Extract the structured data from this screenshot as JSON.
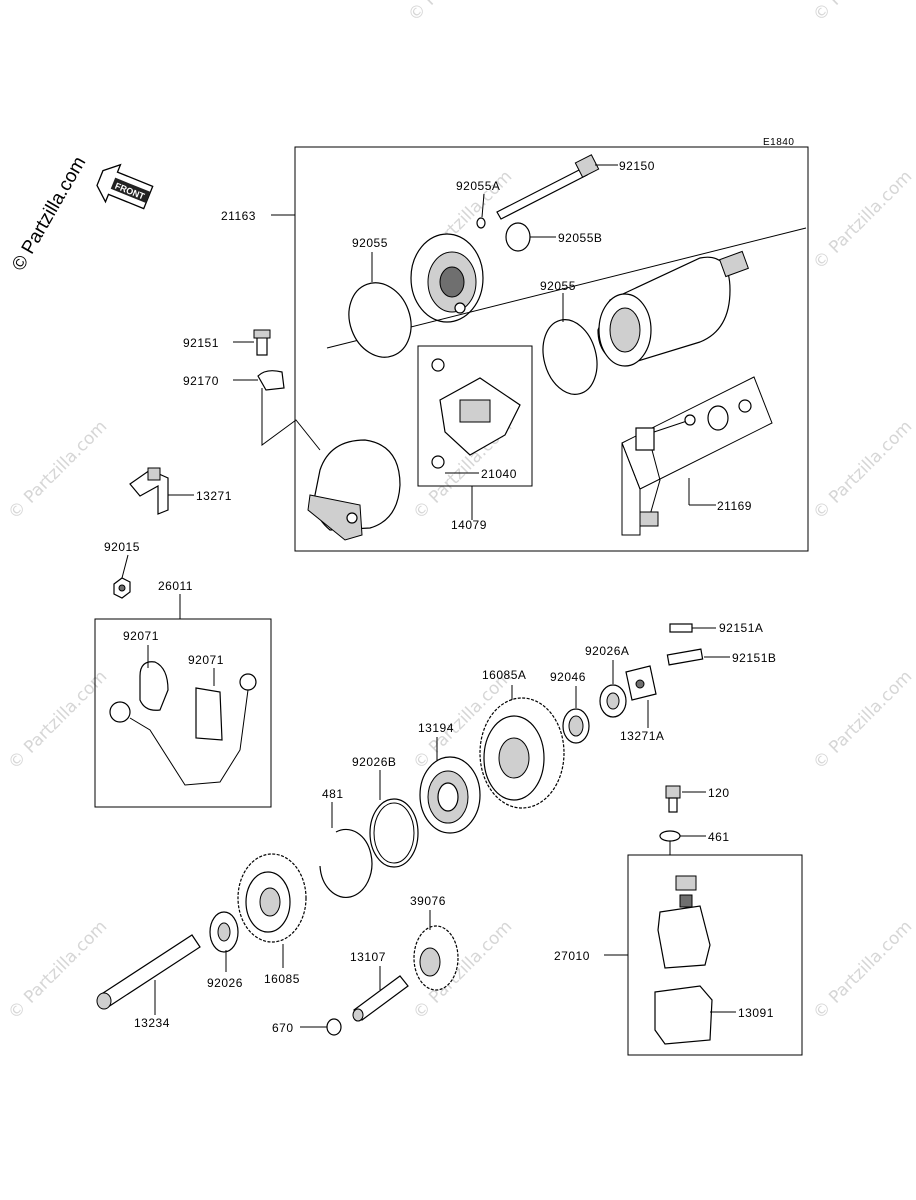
{
  "diagram_id": "E1840",
  "copyright": "© Partzilla.com",
  "watermark_text": "© Partzilla.com",
  "front_badge": "FRONT",
  "parts": [
    "92150",
    "92055A",
    "92055B",
    "92055",
    "92055",
    "21163",
    "92151",
    "92170",
    "21040",
    "14079",
    "21169",
    "13271",
    "92015",
    "26011",
    "92071",
    "92071",
    "92151A",
    "92151B",
    "92026A",
    "13271A",
    "92046",
    "16085A",
    "13194",
    "92026B",
    "481",
    "120",
    "461",
    "27010",
    "13091",
    "39076",
    "13107",
    "16085",
    "92026",
    "13234",
    "670"
  ]
}
